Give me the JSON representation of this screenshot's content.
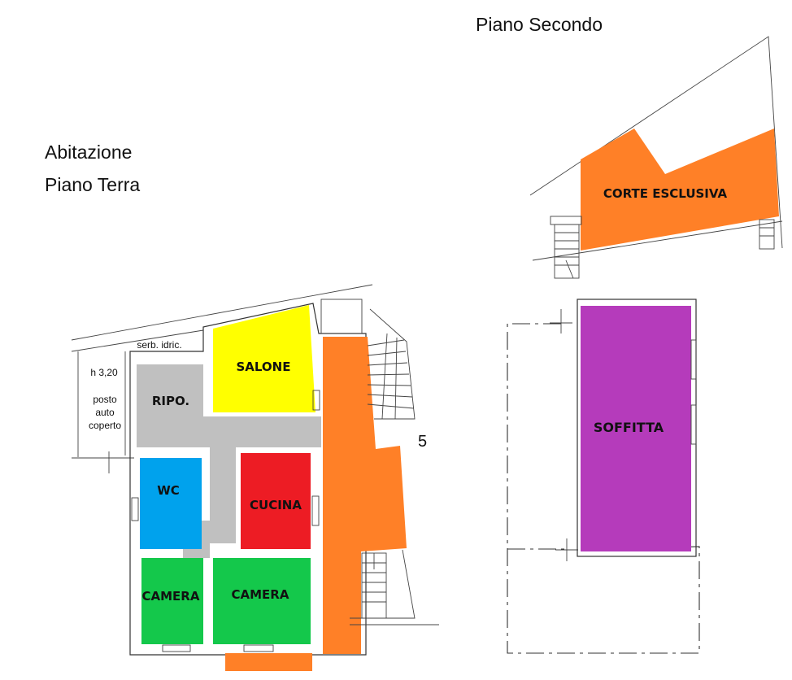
{
  "titles": {
    "ground_floor_line1": "Abitazione",
    "ground_floor_line2": "Piano Terra",
    "second_floor": "Piano Secondo"
  },
  "colors": {
    "salone": "#ffff00",
    "corridor": "#c0c0c0",
    "wc": "#00a2ed",
    "cucina": "#ed1c24",
    "camera": "#14c84b",
    "corte": "#ff8027",
    "soffitta": "#b53bbb"
  },
  "rooms": {
    "salone": "SALONE",
    "ripo": "RIPO.",
    "wc": "WC",
    "cucina": "CUCINA",
    "camera_left": "CAMERA",
    "camera_right": "CAMERA",
    "corte_esclusiva": "CORTE ESCLUSIVA",
    "soffitta": "SOFFITTA"
  },
  "annotations": {
    "serb_idric": "serb. idric.",
    "height": "h 3,20",
    "posto_line1": "posto",
    "posto_line2": "auto",
    "posto_line3": "coperto",
    "number": "5"
  }
}
